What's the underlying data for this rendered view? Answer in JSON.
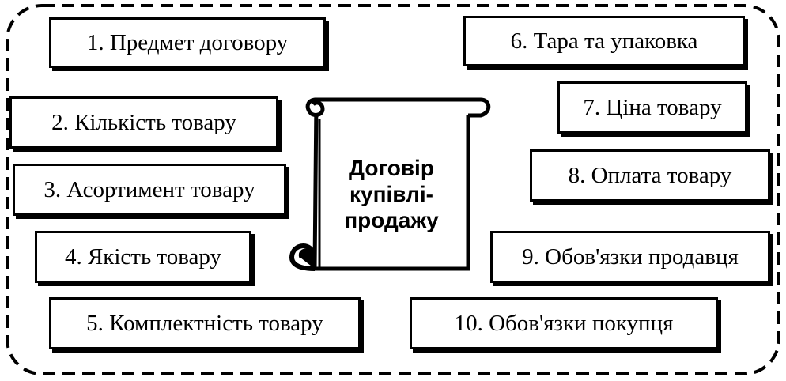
{
  "diagram": {
    "center": {
      "lines": [
        "Договір",
        "купівлі-",
        "продажу"
      ]
    },
    "items": [
      "1. Предмет договору",
      "2. Кількість товару",
      "3. Асортимент товару",
      "4. Якість товару",
      "5. Комплектність товару",
      "6. Тара та упаковка",
      "7. Ціна товару",
      "8. Оплата товару",
      "9. Обов'язки продавця",
      "10. Обов'язки покупця"
    ]
  }
}
